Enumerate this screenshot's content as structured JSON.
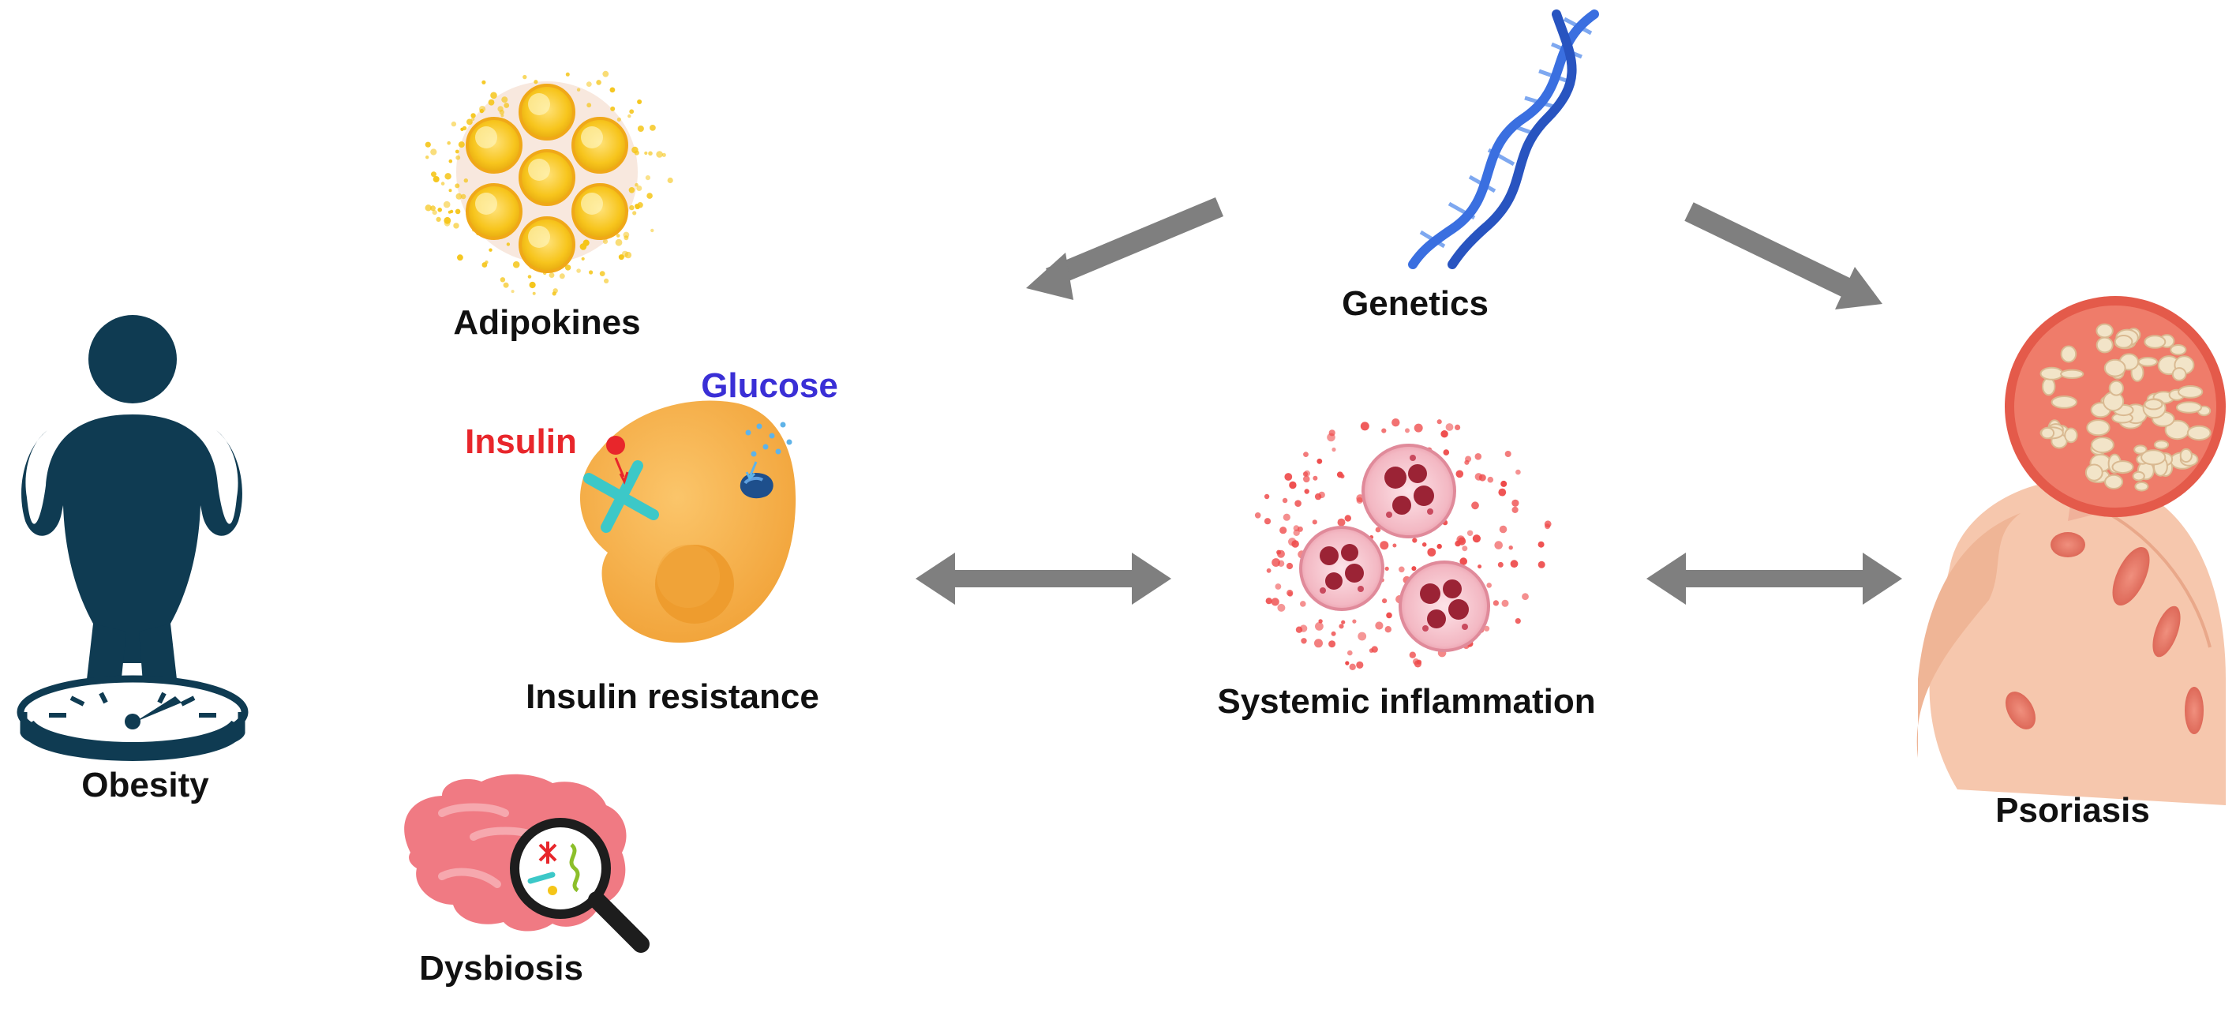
{
  "labels": {
    "obesity": "Obesity",
    "adipokines": "Adipokines",
    "insulin": "Insulin",
    "glucose": "Glucose",
    "insulin_resistance": "Insulin resistance",
    "dysbiosis": "Dysbiosis",
    "genetics": "Genetics",
    "systemic_inflammation": "Systemic inflammation",
    "psoriasis": "Psoriasis"
  },
  "icons": {
    "obesity": "person-on-scale-icon",
    "adipokines": "adipocyte-cluster-icon",
    "insulin_resistance": "cell-with-receptors-icon",
    "dysbiosis": "intestine-magnifier-icon",
    "genetics": "dna-helix-icon",
    "systemic_inflammation": "immune-cells-icon",
    "psoriasis": "skin-lesion-back-icon"
  },
  "colors": {
    "obesity_figure": "#0f3b52",
    "adipocyte": "#f5c518",
    "cell_body": "#f7b14b",
    "cell_nucleus": "#ee9c2e",
    "receptor": "#3cc8c8",
    "insulin": "#e8262b",
    "glucose": "#3a2fd6",
    "dna": "#3a6fe0",
    "inflammation_dots": "#ee4a4a",
    "immune_cell": "#f2b6c0",
    "skin": "#f6c7ad",
    "lesion": "#e07464",
    "arrow": "#7f7f7f",
    "intestine": "#f07a83"
  }
}
